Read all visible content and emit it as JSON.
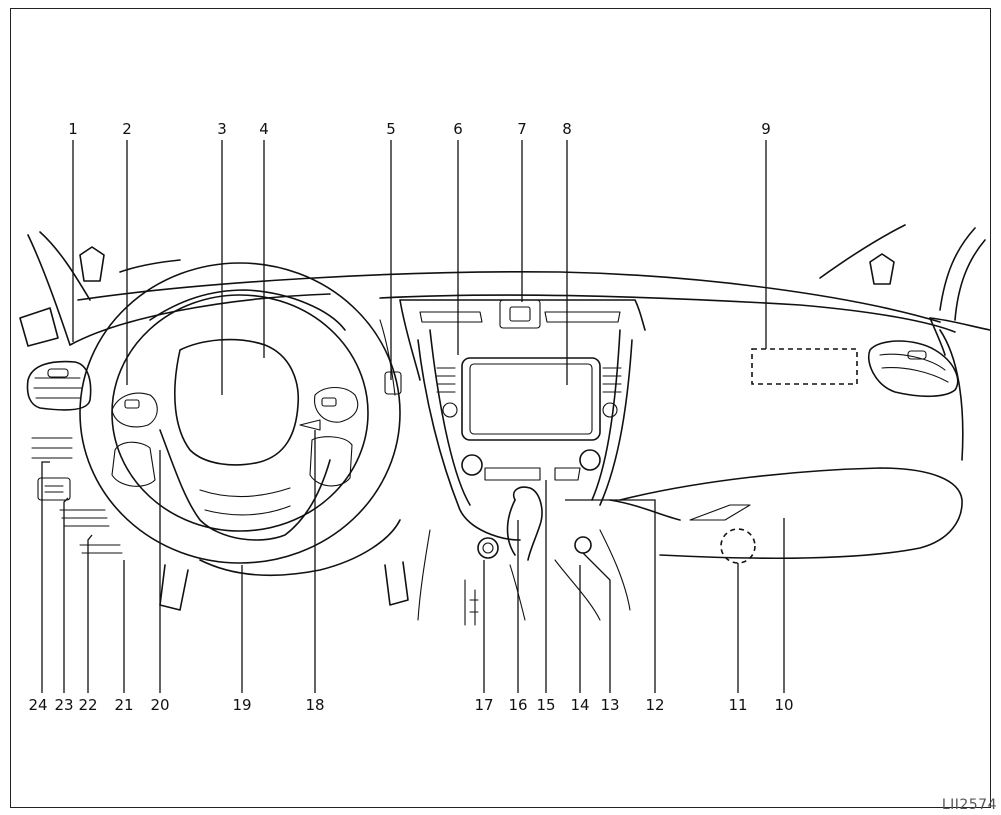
{
  "diagram": {
    "callouts": [
      {
        "id": "1",
        "label": "1"
      },
      {
        "id": "2",
        "label": "2"
      },
      {
        "id": "3",
        "label": "3"
      },
      {
        "id": "4",
        "label": "4"
      },
      {
        "id": "5",
        "label": "5"
      },
      {
        "id": "6",
        "label": "6"
      },
      {
        "id": "7",
        "label": "7"
      },
      {
        "id": "8",
        "label": "8"
      },
      {
        "id": "9",
        "label": "9"
      },
      {
        "id": "10",
        "label": "10"
      },
      {
        "id": "11",
        "label": "11"
      },
      {
        "id": "12",
        "label": "12"
      },
      {
        "id": "13",
        "label": "13"
      },
      {
        "id": "14",
        "label": "14"
      },
      {
        "id": "15",
        "label": "15"
      },
      {
        "id": "16",
        "label": "16"
      },
      {
        "id": "17",
        "label": "17"
      },
      {
        "id": "18",
        "label": "18"
      },
      {
        "id": "19",
        "label": "19"
      },
      {
        "id": "20",
        "label": "20"
      },
      {
        "id": "21",
        "label": "21"
      },
      {
        "id": "22",
        "label": "22"
      },
      {
        "id": "23",
        "label": "23"
      },
      {
        "id": "24",
        "label": "24"
      }
    ],
    "figure_code": "LII2574"
  }
}
